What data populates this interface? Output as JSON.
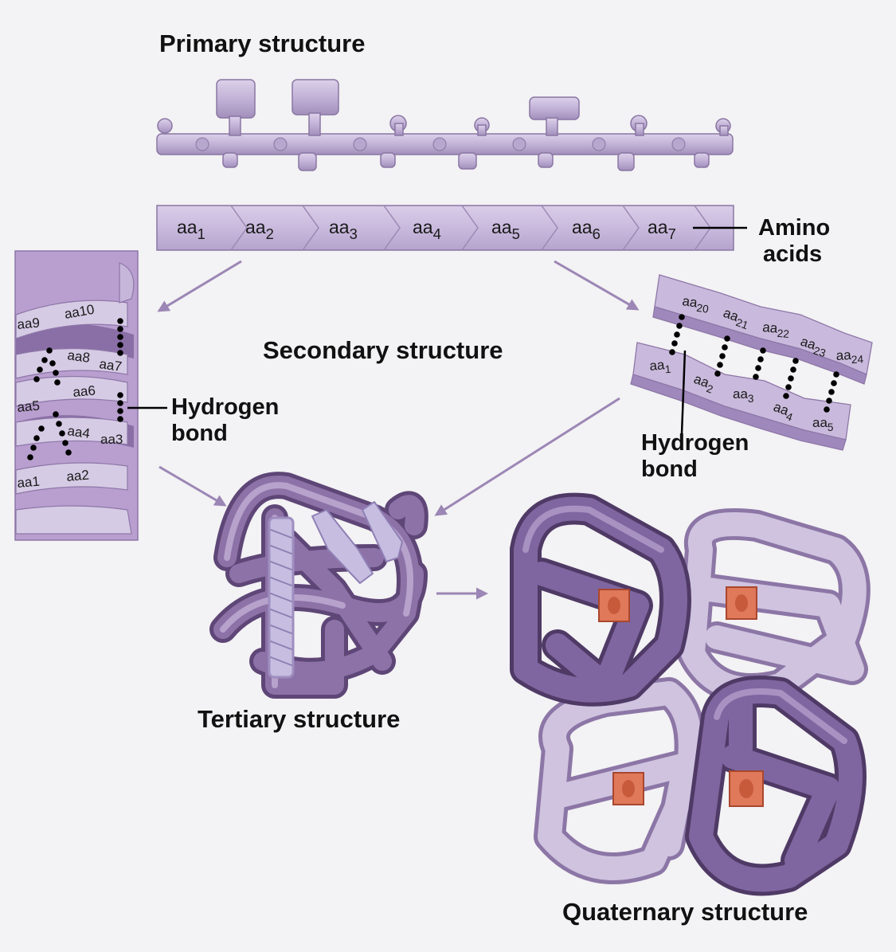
{
  "titles": {
    "primary": "Primary structure",
    "secondary": "Secondary structure",
    "tertiary": "Tertiary structure",
    "quaternary": "Quaternary structure"
  },
  "labels": {
    "amino_1": "Amino",
    "amino_2": "acids",
    "hbond_helix_1": "Hydrogen",
    "hbond_helix_2": "bond",
    "hbond_sheet_1": "Hydrogen",
    "hbond_sheet_2": "bond"
  },
  "chain": {
    "prefix": "aa",
    "subs": [
      "1",
      "2",
      "3",
      "4",
      "5",
      "6",
      "7"
    ]
  },
  "helix": {
    "labels": [
      "aa1",
      "aa2",
      "aa3",
      "aa4",
      "aa5",
      "aa6",
      "aa7",
      "aa8",
      "aa9",
      "aa10"
    ]
  },
  "sheet": {
    "top": [
      {
        "base": "aa",
        "sub": "20"
      },
      {
        "base": "aa",
        "sub": "21"
      },
      {
        "base": "aa",
        "sub": "22"
      },
      {
        "base": "aa",
        "sub": "23"
      },
      {
        "base": "aa",
        "sub": "24"
      }
    ],
    "bottom": [
      {
        "base": "aa",
        "sub": "1"
      },
      {
        "base": "aa",
        "sub": "2"
      },
      {
        "base": "aa",
        "sub": "3"
      },
      {
        "base": "aa",
        "sub": "4"
      },
      {
        "base": "aa",
        "sub": "5"
      }
    ]
  },
  "colors": {
    "background": "#f3f2f4",
    "protein_dark": "#7d6395",
    "protein_mid": "#a28fbb",
    "protein_light": "#cfc3df",
    "heme": "#e0785a",
    "arrow": "#9c86b5"
  }
}
